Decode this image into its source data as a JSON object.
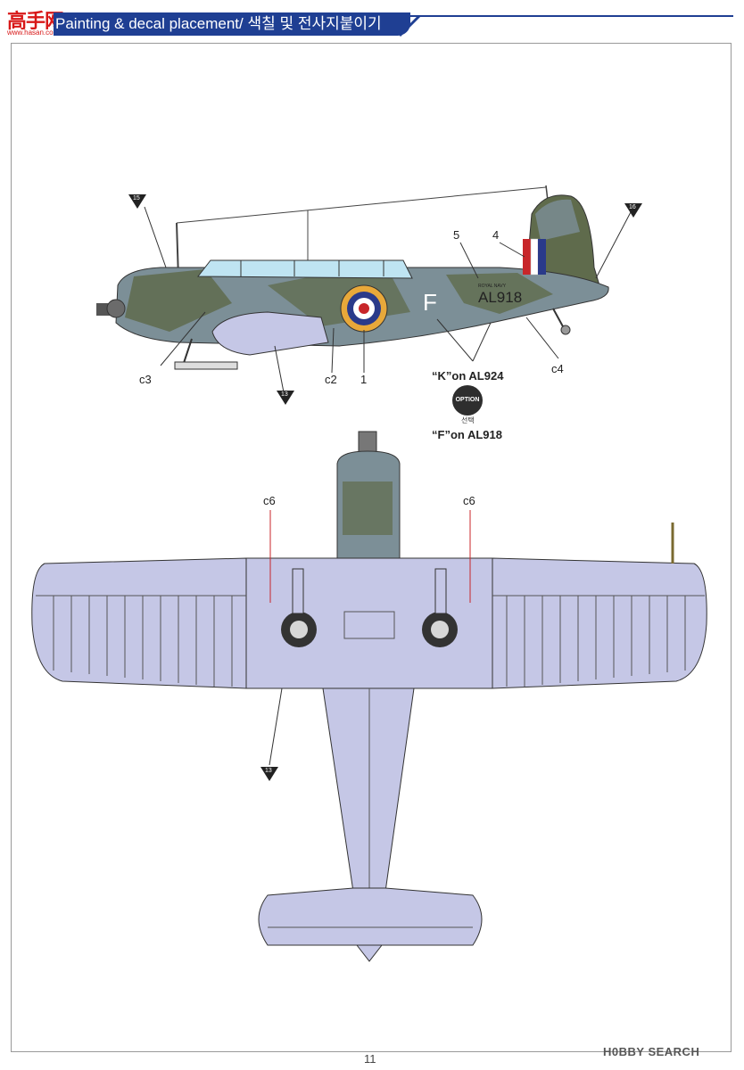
{
  "header": {
    "title": "Painting & decal placement/ 색칠 및 전사지붙이기",
    "logo_text": "高手网",
    "logo_sub": "www.hasan.com"
  },
  "side_view": {
    "callouts": [
      "5",
      "4",
      "c3",
      "c2",
      "1",
      "c4"
    ],
    "registration": "AL918",
    "code_letter": "F",
    "tail_text": "ROYAL NAVY",
    "step_markers": [
      "15",
      "16",
      "13"
    ]
  },
  "option": {
    "k_label": "“K”on AL924",
    "badge": "OPTION",
    "badge_sub": "선택",
    "f_label": "“F”on AL918"
  },
  "bottom_view": {
    "callouts": [
      "c6",
      "c6"
    ],
    "step_marker": "13"
  },
  "footer": {
    "page_number": "11",
    "watermark": "H0BBY SEARCH"
  },
  "colors": {
    "header_blue": "#1f3f93",
    "underside": "#c5c7e6",
    "camo_green": "#5f6b4c",
    "camo_grey": "#7c8f97",
    "roundel_red": "#c8262a",
    "roundel_blue": "#2a3a8a",
    "roundel_yellow": "#e8a83a"
  }
}
